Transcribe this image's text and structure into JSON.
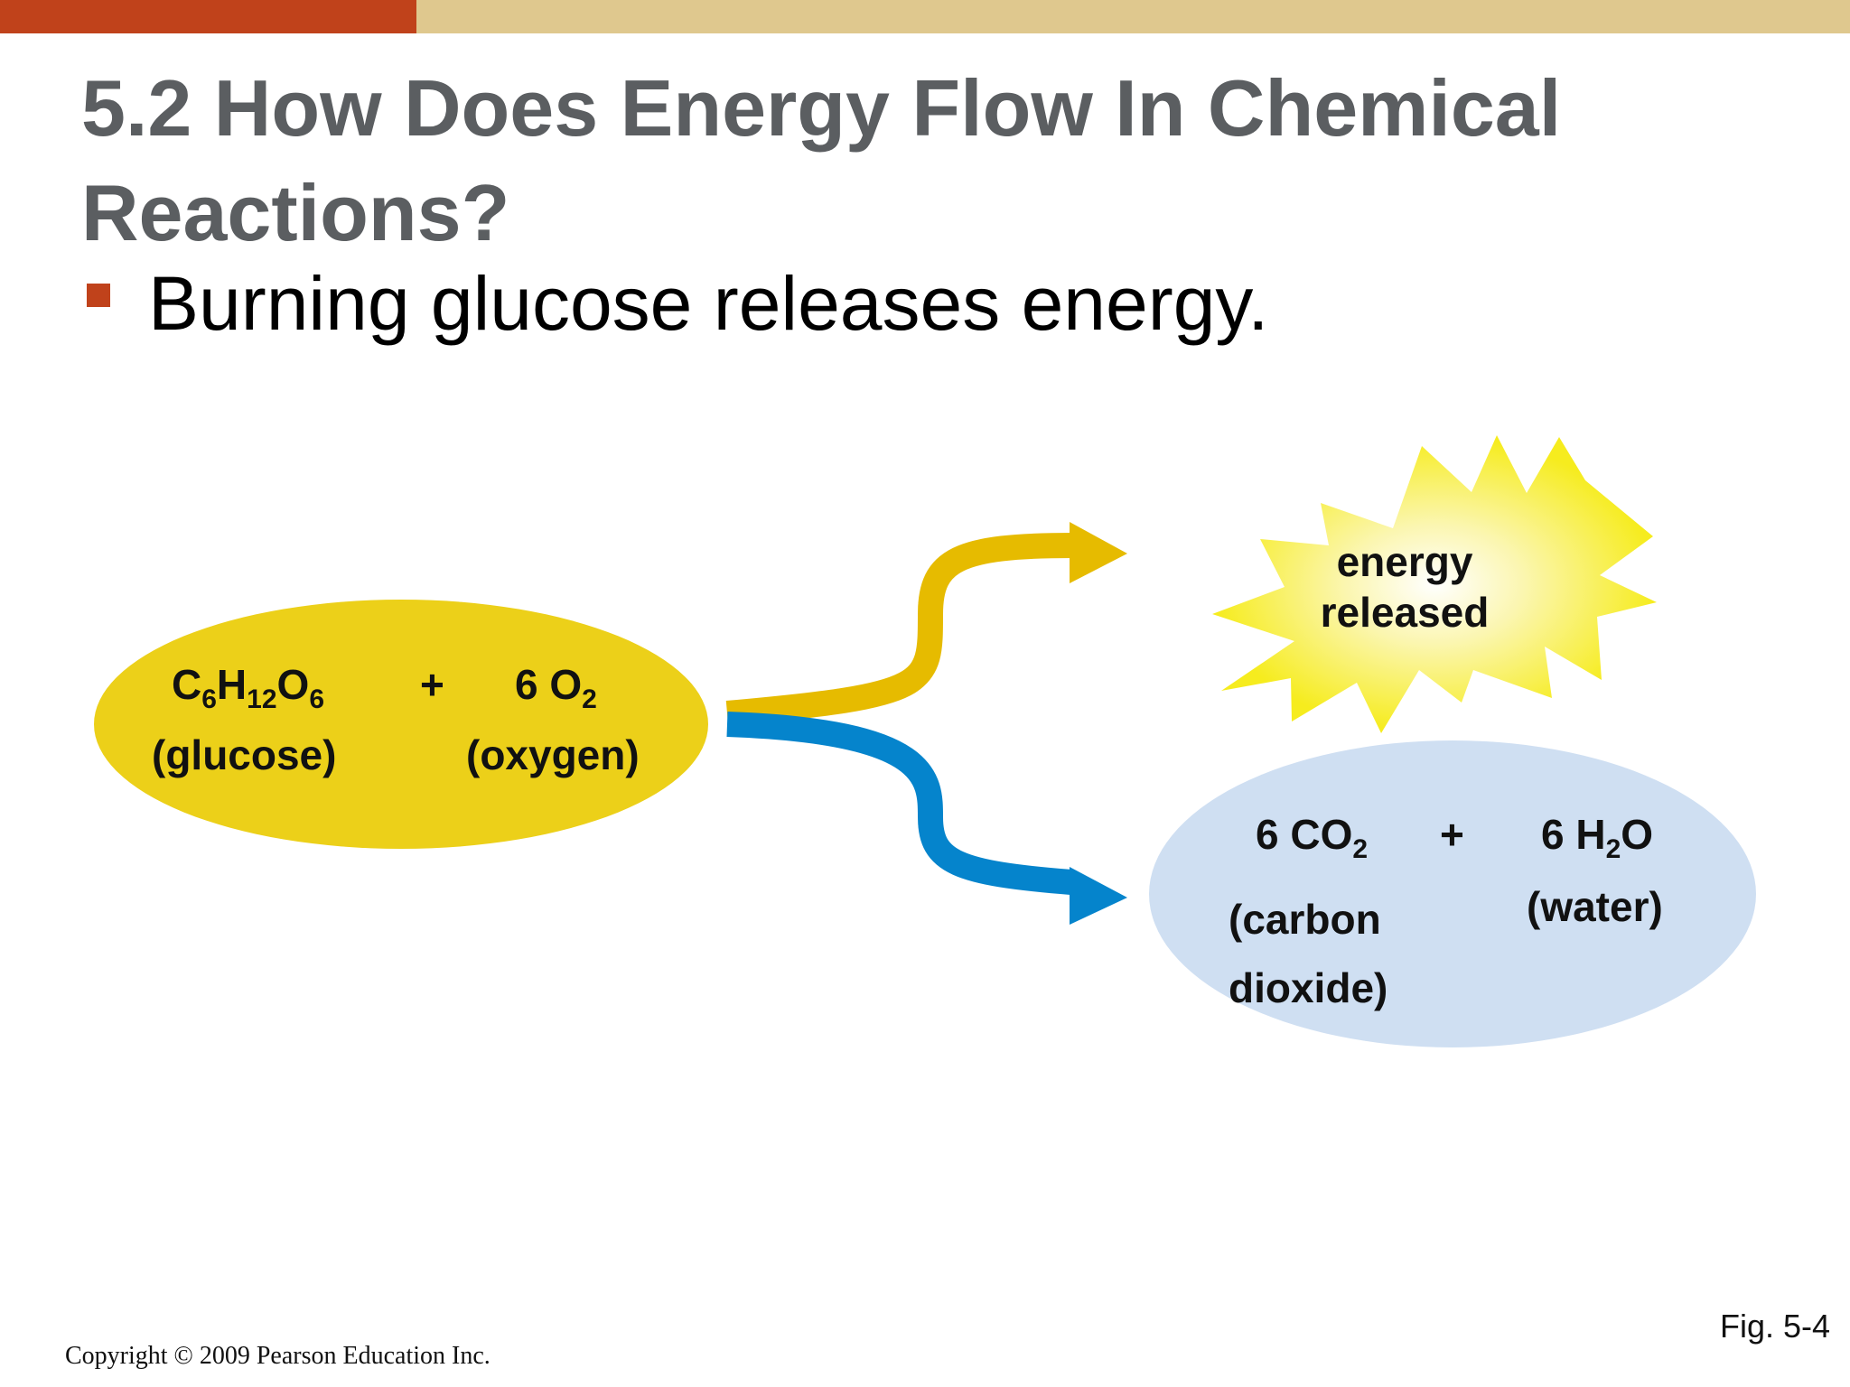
{
  "slide": {
    "title": "5.2 How Does Energy Flow In Chemical Reactions?",
    "bullet": "Burning glucose releases energy."
  },
  "diagram": {
    "reactants": {
      "glucose": {
        "formula_parts": [
          "C",
          "6",
          "H",
          "12",
          "O",
          "6"
        ],
        "name": "(glucose)"
      },
      "plus": "+",
      "oxygen": {
        "formula_parts": [
          "6 O",
          "2"
        ],
        "name": "(oxygen)"
      }
    },
    "energy_label": [
      "energy",
      "released"
    ],
    "products": {
      "carbon_dioxide": {
        "formula_parts": [
          "6 CO",
          "2"
        ],
        "name": [
          "(carbon",
          "dioxide)"
        ]
      },
      "plus": "+",
      "water": {
        "formula_parts": [
          "6 H",
          "2",
          "O"
        ],
        "name": "(water)"
      }
    },
    "colors": {
      "reactant_oval": "#ecd019",
      "product_oval": "#cfdff2",
      "energy_arrow": "#e6bb00",
      "product_arrow": "#0584cc",
      "starburst": "#f6ec1e"
    }
  },
  "footer": {
    "copyright": "Copyright © 2009 Pearson Education Inc.",
    "figure": "Fig. 5-4"
  }
}
